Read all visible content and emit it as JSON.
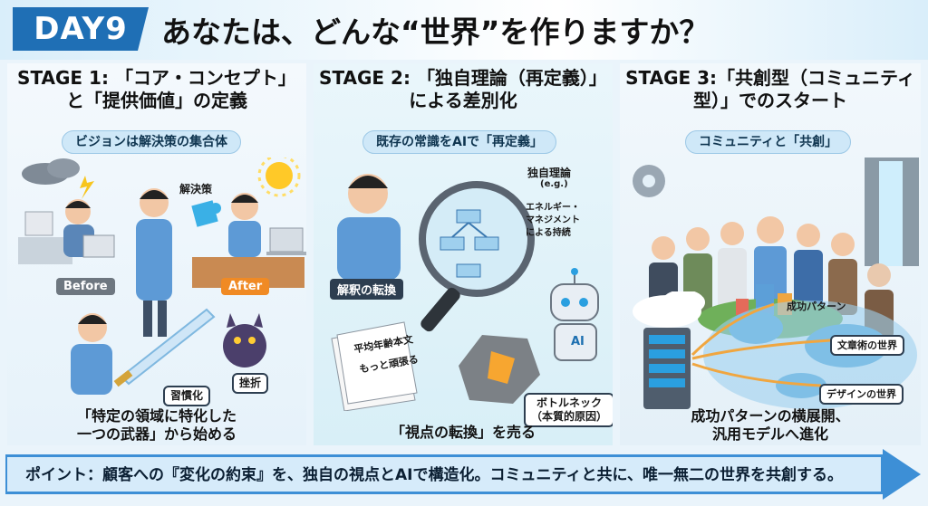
{
  "header": {
    "day_label": "DAY9",
    "headline": "あなたは、どんな“世界”を作りますか？"
  },
  "stage1": {
    "title_line1": "STAGE 1: 「コア・コンセプト」",
    "title_line2": "と「提供価値」の定義",
    "pill": "ビジョンは解決策の集合体",
    "solution_label": "解決策",
    "before_label": "Before",
    "after_label": "After",
    "habit_label": "習慣化",
    "setback_label": "挫折",
    "caption_line1": "「特定の領域に特化した",
    "caption_line2": "一つの武器」から始める"
  },
  "stage2": {
    "title_line1": "STAGE 2: 「独自理論（再定義）」",
    "title_line2": "による差別化",
    "pill": "既存の常識をAIで「再定義」",
    "theory_label": "独自理論",
    "eg_label": "(e.g.)",
    "theory_example_1": "エネルギー・",
    "theory_example_2": "マネジメント",
    "theory_example_3": "による持続",
    "interpret_label": "解釈の転換",
    "paper_text_1": "平均年齢本文",
    "paper_text_2": "もっと頑張る",
    "ai_label": "AI",
    "bottleneck_1": "ボトルネック",
    "bottleneck_2": "（本質的原因）",
    "caption": "「視点の転換」を売る"
  },
  "stage3": {
    "title_line1": "STAGE 3:「共創型（コミュニティ",
    "title_line2": "型）」でのスタート",
    "pill": "コミュニティと「共創」",
    "pattern_1": "成功パターン",
    "pattern_2": "文章術の世界",
    "pattern_3": "デザインの世界",
    "caption_line1": "成功パターンの横展開、",
    "caption_line2": "汎用モデルへ進化"
  },
  "banner": {
    "text": "ポイント：顧客への『変化の約束』を、独自の視点とAIで構造化。コミュニティと共に、唯一無二の世界を共創する。"
  },
  "colors": {
    "accent_blue": "#1f6fb5",
    "after_orange": "#f08a24",
    "banner_blue": "#3d8fd6"
  }
}
